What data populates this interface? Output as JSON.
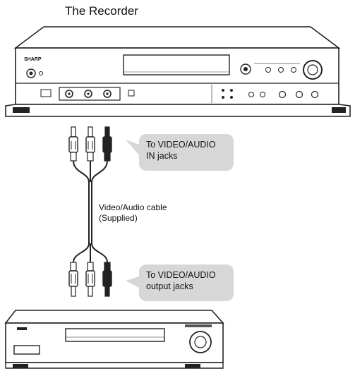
{
  "title": "The Recorder",
  "recorder": {
    "brand": "SHARP"
  },
  "callouts": {
    "input_line1": "To VIDEO/AUDIO",
    "input_line2": "IN jacks",
    "output_line1": "To VIDEO/AUDIO",
    "output_line2": "output jacks"
  },
  "cable": {
    "line1": "Video/Audio cable",
    "line2": "(Supplied)"
  },
  "plugs": [
    {
      "name": "video",
      "color": "#ffffff"
    },
    {
      "name": "audio-left",
      "color": "#ffffff"
    },
    {
      "name": "audio-right",
      "color": "#222222"
    }
  ]
}
